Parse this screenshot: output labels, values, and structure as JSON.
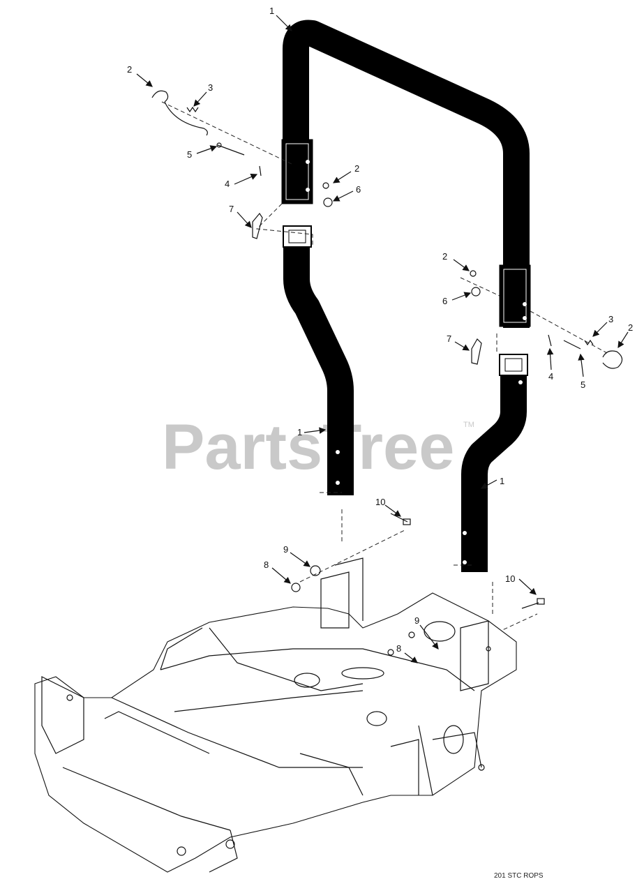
{
  "watermark": {
    "text": "PartsTree",
    "tm": "TM"
  },
  "diagram_code": "201 STC ROPS",
  "callouts": [
    {
      "id": "c1-top",
      "label": "1"
    },
    {
      "id": "c2-left-top",
      "label": "2"
    },
    {
      "id": "c3-left",
      "label": "3"
    },
    {
      "id": "c5-left",
      "label": "5"
    },
    {
      "id": "c2-left-mid",
      "label": "2"
    },
    {
      "id": "c4-left",
      "label": "4"
    },
    {
      "id": "c6-left",
      "label": "6"
    },
    {
      "id": "c7-left",
      "label": "7"
    },
    {
      "id": "c2-right-a",
      "label": "2"
    },
    {
      "id": "c6-right",
      "label": "6"
    },
    {
      "id": "c3-right",
      "label": "3"
    },
    {
      "id": "c2-right-b",
      "label": "2"
    },
    {
      "id": "c7-right",
      "label": "7"
    },
    {
      "id": "c4-right",
      "label": "4"
    },
    {
      "id": "c5-right",
      "label": "5"
    },
    {
      "id": "c1-left-lower",
      "label": "1"
    },
    {
      "id": "c1-right-lower",
      "label": "1"
    },
    {
      "id": "c10-left",
      "label": "10"
    },
    {
      "id": "c9-left",
      "label": "9"
    },
    {
      "id": "c8-left",
      "label": "8"
    },
    {
      "id": "c10-right",
      "label": "10"
    },
    {
      "id": "c9-right",
      "label": "9"
    },
    {
      "id": "c8-right",
      "label": "8"
    }
  ]
}
